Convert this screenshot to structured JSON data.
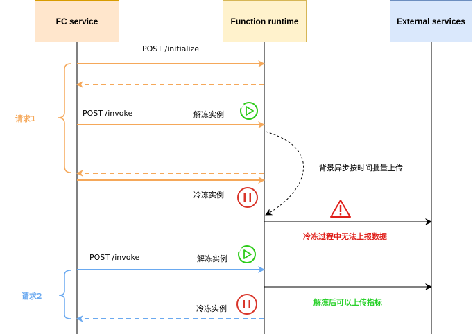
{
  "participants": {
    "fc": {
      "label": "FC service",
      "fill": "#ffe6cc",
      "stroke": "#d79b00"
    },
    "runtime": {
      "label": "Function runtime",
      "fill": "#fff2cc",
      "stroke": "#d6b656"
    },
    "external": {
      "label": "External services",
      "fill": "#dae8fc",
      "stroke": "#6c8ebf"
    }
  },
  "messages": {
    "post_initialize": "POST /initialize",
    "post_invoke_1": "POST /invoke",
    "thaw_1": "解冻实例",
    "bg_upload": "背景异步按时间批量上传",
    "freeze_1": "冷冻实例",
    "freeze_warning": "冷冻过程中无法上报数据",
    "post_invoke_2": "POST /invoke",
    "thaw_2": "解冻实例",
    "thaw_ok": "解冻后可以上传指标",
    "freeze_2": "冷冻实例"
  },
  "groups": {
    "request1": "请求1",
    "request2": "请求2"
  },
  "colors": {
    "orange": "#f5a85a",
    "blue": "#6aa9f0",
    "green": "#2ecc1a",
    "red": "#d9352a",
    "warning_red": "#e0201b",
    "ok_green": "#29d12a",
    "lifeline": "#000000"
  },
  "icons": {
    "play": "play-icon",
    "pause": "pause-icon",
    "warning": "warning-icon"
  }
}
